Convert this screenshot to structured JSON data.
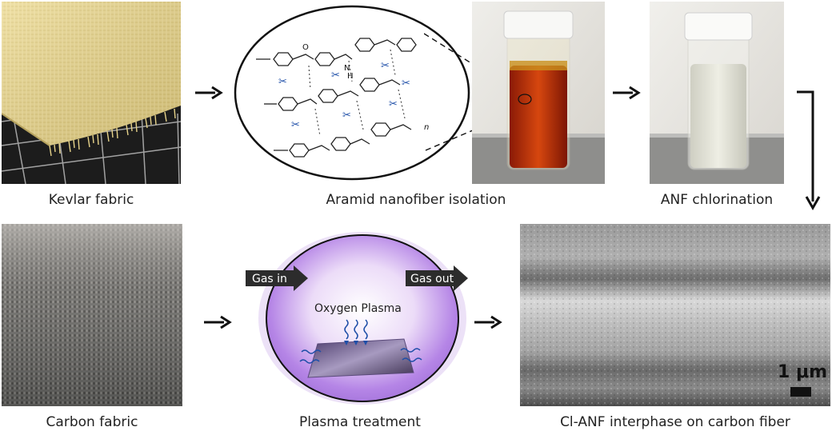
{
  "captions": {
    "kevlar": "Kevlar fabric",
    "aramid": "Aramid nanofiber isolation",
    "chlorination": "ANF chlorination",
    "carbon": "Carbon fabric",
    "plasma": "Plasma treatment",
    "interphase": "Cl-ANF interphase on carbon fiber"
  },
  "plasma": {
    "gas_in": "Gas in",
    "gas_out": "Gas out",
    "label": "Oxygen Plasma"
  },
  "sem": {
    "scale_label": "1 μm"
  },
  "chemistry": {
    "amide_h": "H",
    "amide_n": "N",
    "amide_o": "O",
    "repeat_n": "n"
  },
  "colors": {
    "kevlar": "#e8d690",
    "solution_red": "#c23a0c",
    "solution_clear": "#e6e6da",
    "plasma_purple": "#a070d8",
    "scissor_blue": "#1f4fa8",
    "arrow": "#111111"
  },
  "icons": [
    "scissors-icon",
    "plasma-wave-icon",
    "right-arrow-icon",
    "down-arrow-icon"
  ]
}
